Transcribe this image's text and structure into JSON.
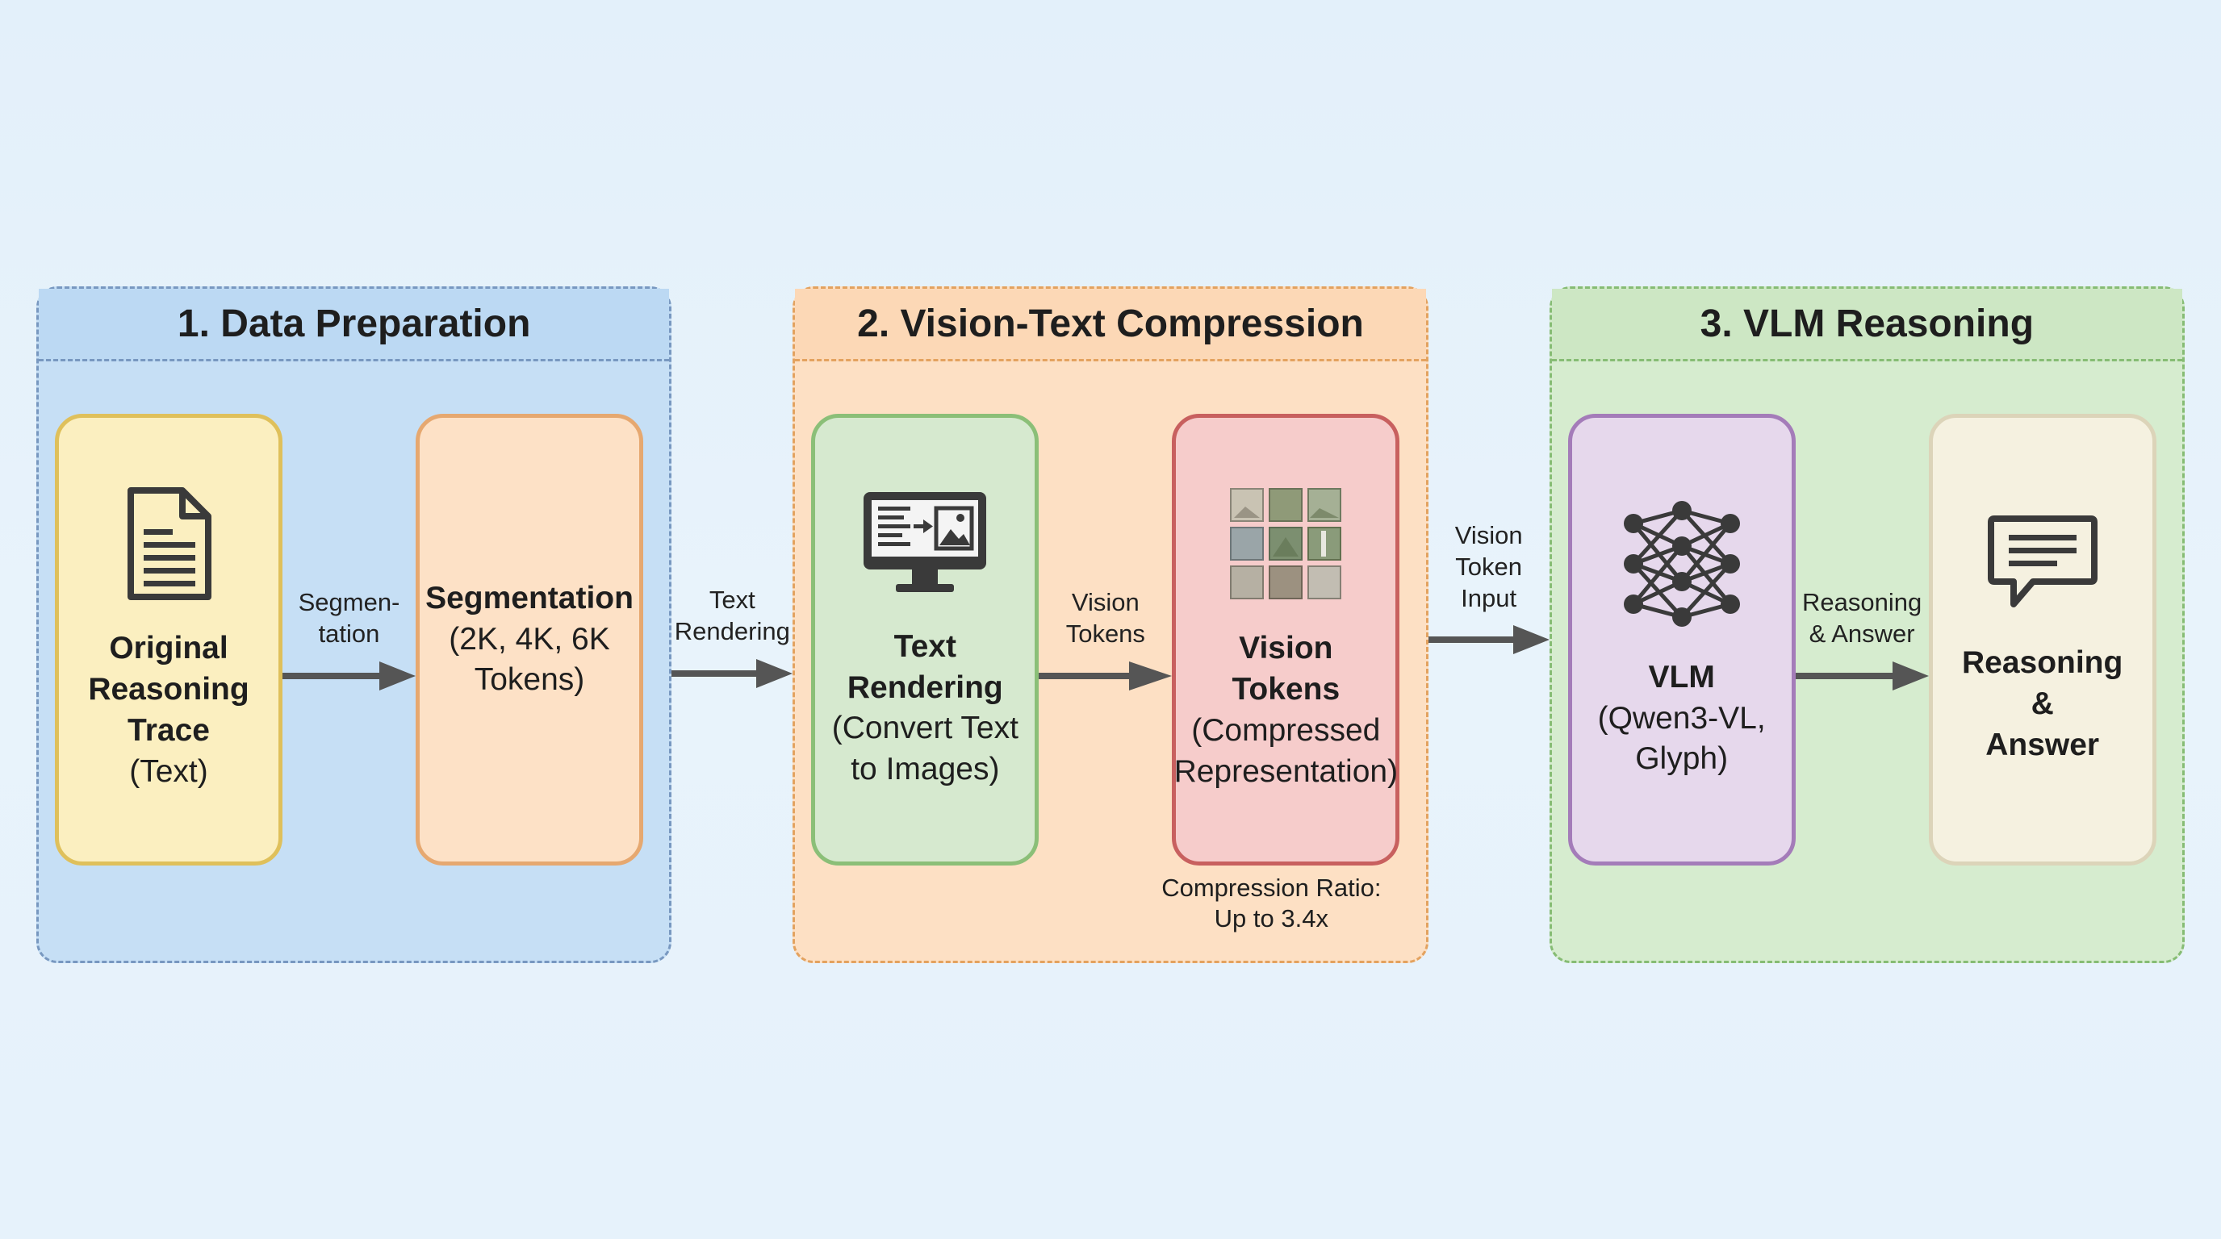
{
  "stages": [
    {
      "title": "1. Data Preparation",
      "nodes": [
        {
          "bold": [
            "Original",
            "Reasoning",
            "Trace"
          ],
          "normal": [
            "(Text)"
          ],
          "icon": "document-icon"
        },
        {
          "bold": [
            "Segmentation"
          ],
          "normal": [
            "(2K, 4K, 6K",
            "Tokens)"
          ],
          "icon": ""
        }
      ],
      "inner_label": [
        "Segmen-",
        "tation"
      ]
    },
    {
      "title": "2. Vision-Text Compression",
      "nodes": [
        {
          "bold": [
            "Text",
            "Rendering"
          ],
          "normal": [
            "(Convert Text",
            "to Images)"
          ],
          "icon": "monitor-render-icon"
        },
        {
          "bold": [
            "Vision",
            "Tokens"
          ],
          "normal": [
            "(Compressed",
            "Representation)"
          ],
          "icon": "image-grid-icon"
        }
      ],
      "inner_label": [
        "Vision",
        "Tokens"
      ],
      "note": [
        "Compression Ratio:",
        "Up to 3.4x"
      ]
    },
    {
      "title": "3. VLM Reasoning",
      "nodes": [
        {
          "bold": [
            "VLM"
          ],
          "normal": [
            "(Qwen3-VL,",
            "Glyph)"
          ],
          "icon": "neural-network-icon"
        },
        {
          "bold": [
            "Reasoning",
            "&",
            "Answer"
          ],
          "normal": [],
          "icon": "chat-bubble-icon"
        }
      ],
      "inner_label": [
        "Reasoning",
        "& Answer"
      ]
    }
  ],
  "between_labels": [
    [
      "Text",
      "Rendering"
    ],
    [
      "Vision",
      "Token",
      "Input"
    ]
  ]
}
